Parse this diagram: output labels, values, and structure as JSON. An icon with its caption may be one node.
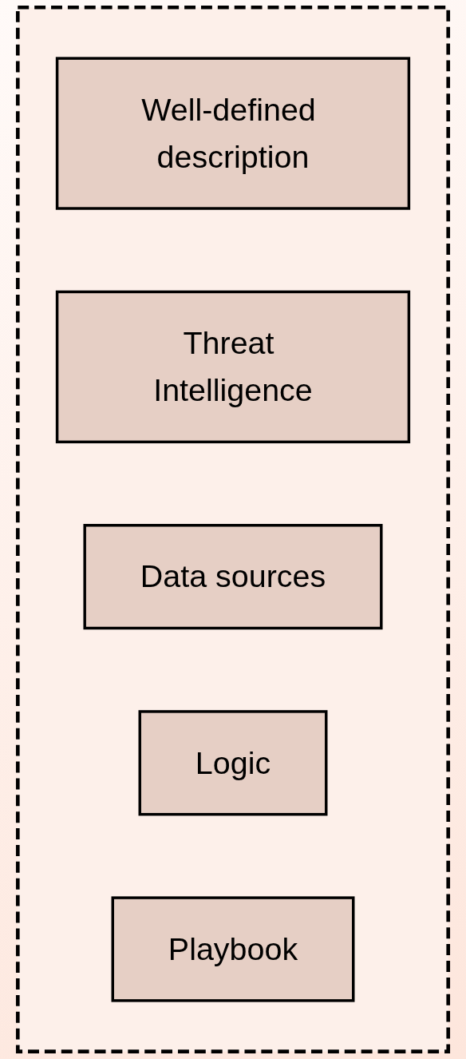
{
  "diagram": {
    "nodes": [
      {
        "text": [],
        "shape": "box"
      },
      {
        "text": [
          "Well-defined description"
        ],
        "in": 0
      },
      {
        "text": [
          "Threat Intelligence"
        ],
        "in": 0
      },
      {
        "text": [
          "Data sources"
        ],
        "in": 0
      },
      {
        "text": [
          "Logic"
        ],
        "in": 0
      },
      {
        "text": [
          "Playbook"
        ],
        "in": 0
      }
    ],
    "edges": []
  }
}
